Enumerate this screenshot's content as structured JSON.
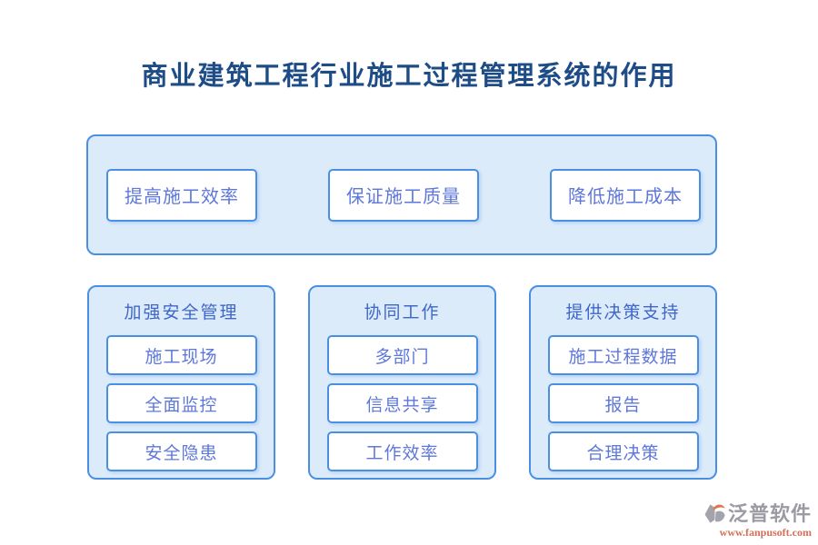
{
  "title": "商业建筑工程行业施工过程管理系统的作用",
  "colors": {
    "title_text": "#1d4c86",
    "panel_fill": "#dcebfa",
    "panel_border": "#4a90e2",
    "card_fill": "#ffffff",
    "card_text": "#5e77da",
    "group_title_text": "#3f66c9",
    "logo_text": "#9b9ba3",
    "logo_url_text": "#d4705a",
    "logo_orange": "#e2734e",
    "logo_gray": "#a3a3ad"
  },
  "top_panel": {
    "cards": [
      "提高施工效率",
      "保证施工质量",
      "降低施工成本"
    ]
  },
  "groups": [
    {
      "title": "加强安全管理",
      "items": [
        "施工现场",
        "全面监控",
        "安全隐患"
      ]
    },
    {
      "title": "协同工作",
      "items": [
        "多部门",
        "信息共享",
        "工作效率"
      ]
    },
    {
      "title": "提供决策支持",
      "items": [
        "施工过程数据",
        "报告",
        "合理决策"
      ]
    }
  ],
  "logo": {
    "name": "泛普软件",
    "url": "www.fanpusoft.com",
    "icon": "fanpu-logo-icon"
  }
}
